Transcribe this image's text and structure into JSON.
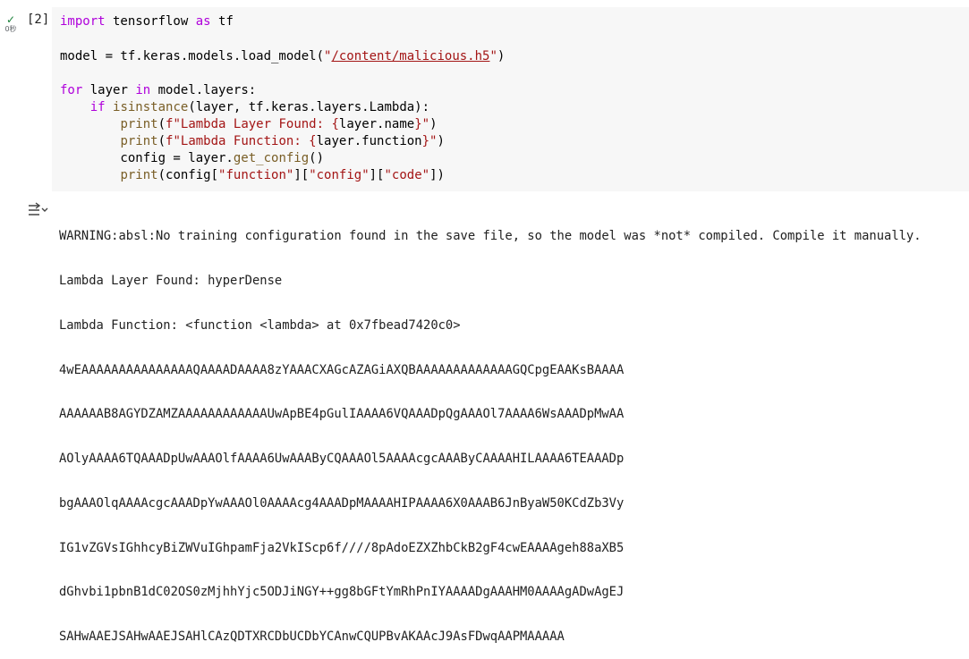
{
  "cell": {
    "status_check": "✓",
    "status_time": "0秒",
    "execution_count": "[2]"
  },
  "code": {
    "l1_import": "import",
    "l1_module": " tensorflow ",
    "l1_as": "as",
    "l1_alias": " tf",
    "l2_pre": "model = tf.keras.models.load_model(",
    "l2_q1": "\"",
    "l2_path": "/content/malicious.h5",
    "l2_q2": "\"",
    "l2_post": ")",
    "l3_for": "for",
    "l3_mid": " layer ",
    "l3_in": "in",
    "l3_post": " model.layers:",
    "l4_indent": "    ",
    "l4_if": "if",
    "l4_sp": " ",
    "l4_isinstance": "isinstance",
    "l4_post": "(layer, tf.keras.layers.Lambda):",
    "l5_indent": "        ",
    "l5_print": "print",
    "l5_open": "(",
    "l5_str1": "f\"Lambda Layer Found: {",
    "l5_var": "layer.name",
    "l5_str2": "}\"",
    "l5_close": ")",
    "l6_indent": "        ",
    "l6_print": "print",
    "l6_open": "(",
    "l6_str1": "f\"Lambda Function: {",
    "l6_var": "layer.function",
    "l6_str2": "}\"",
    "l6_close": ")",
    "l7_pre": "        config = layer.",
    "l7_fn": "get_config",
    "l7_post": "()",
    "l8_indent": "        ",
    "l8_print": "print",
    "l8_open": "(config[",
    "l8_s1": "\"function\"",
    "l8_mid1": "][",
    "l8_s2": "\"config\"",
    "l8_mid2": "][",
    "l8_s3": "\"code\"",
    "l8_close": "])"
  },
  "output": {
    "icon": "output-toggle-icon",
    "lines": [
      "WARNING:absl:No training configuration found in the save file, so the model was *not* compiled. Compile it manually.",
      "Lambda Layer Found: hyperDense",
      "Lambda Function: <function <lambda> at 0x7fbead7420c0>",
      "4wEAAAAAAAAAAAAAAAQAAAADAAAA8zYAAACXAGcAZAGiAXQBAAAAAAAAAAAAAGQCpgEAAKsBAAAA",
      "AAAAAAB8AGYDZAMZAAAAAAAAAAAAUwApBE4pGulIAAAA6VQAAADpQgAAAOl7AAAA6WsAAADpMwAA",
      "AOlyAAAA6TQAAADpUwAAAOlfAAAA6UwAAAByCQAAAOl5AAAAcgcAAAByCAAAAHILAAAA6TEAAADp",
      "bgAAAOlqAAAAcgcAAADpYwAAAOl0AAAAcg4AAADpMAAAAHIPAAAA6X0AAAB6JnByaW50KCdZb3Vy",
      "IG1vZGVsIGhhcyBiZWVuIGhpamFja2VkIScp6f////8pAdoEZXZhbCkB2gF4cwEAAAAgeh88aXB5",
      "dGhvbi1pbnB1dC02OS0zMjhhYjc5ODJiNGY++gg8bGFtYmRhPnIYAAAADgAAAHM0AAAAgADwAgEJ",
      "SAHwAAEJSAHwAAEJSAHlCAzQDTXRCDbUCDbYCAnwCQUPBvAKAAcJ9AsFDwqAAPMAAAAA"
    ]
  }
}
